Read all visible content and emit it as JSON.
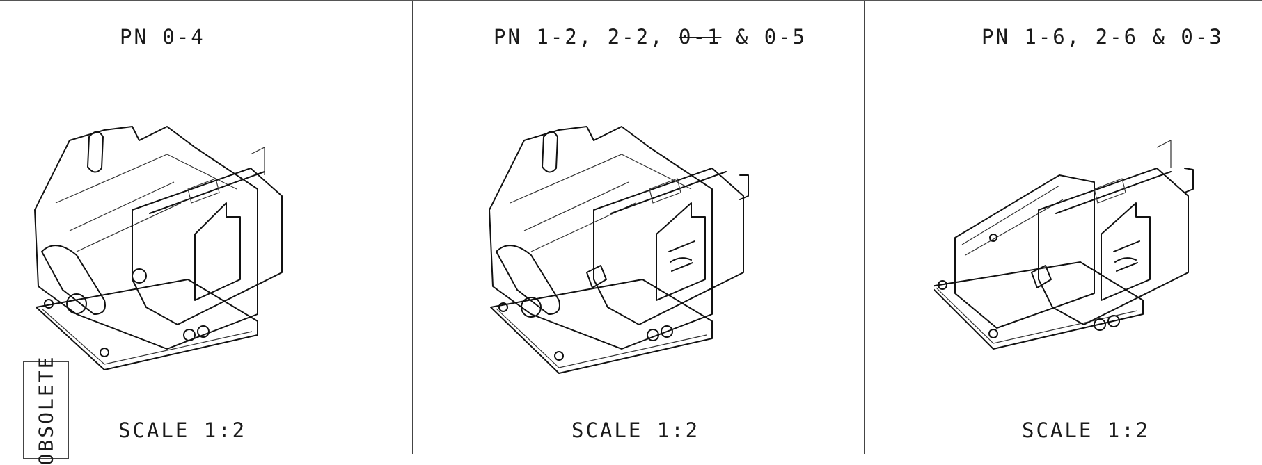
{
  "panels": [
    {
      "title": "PN 0-4",
      "scale": "SCALE 1:2"
    },
    {
      "title_a": "PN 1-2, 2-2,",
      "title_strike": "0-1",
      "title_b": "& 0-5",
      "scale": "SCALE 1:2"
    },
    {
      "title": "PN 1-6, 2-6 & 0-3",
      "scale": "SCALE 1:2"
    }
  ],
  "stamp": {
    "label": "OBSOLETE"
  }
}
